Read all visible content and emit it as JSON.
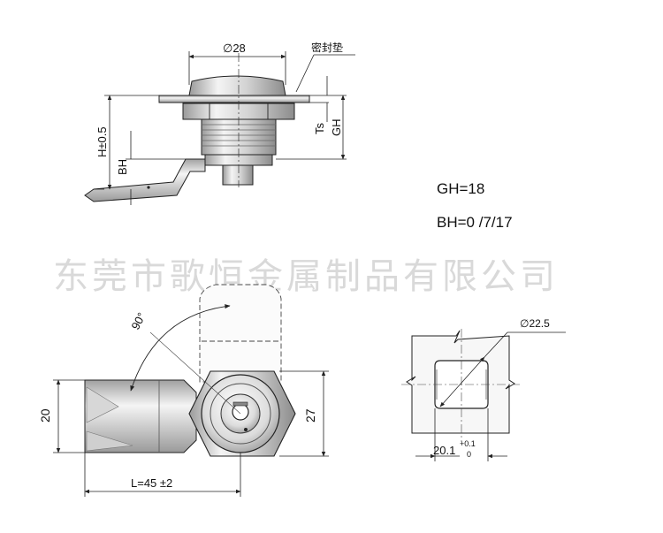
{
  "specs": {
    "gh": "GH=18",
    "bh": "BH=0 /7/17"
  },
  "watermark": "东莞市歌恒金属制品有限公司",
  "top_view": {
    "diameter_label": "∅28",
    "gasket_label": "密封垫",
    "h_label": "H±0.5",
    "bh_label": "BH",
    "ts_label": "Ts",
    "gh_label": "GH"
  },
  "bottom_view": {
    "angle_label": "90°",
    "height_label": "20",
    "width_label": "27",
    "length_label": "L=45 ±2"
  },
  "cutout_view": {
    "diameter_label": "∅22.5",
    "width_label": "20.1",
    "tol_upper": "+0.1",
    "tol_lower": "0"
  },
  "colors": {
    "line": "#222222",
    "metal_light": "#f2f2f2",
    "metal_mid": "#cfcfcf",
    "metal_dark": "#8a8a8a",
    "watermark": "#d9d9d9"
  }
}
